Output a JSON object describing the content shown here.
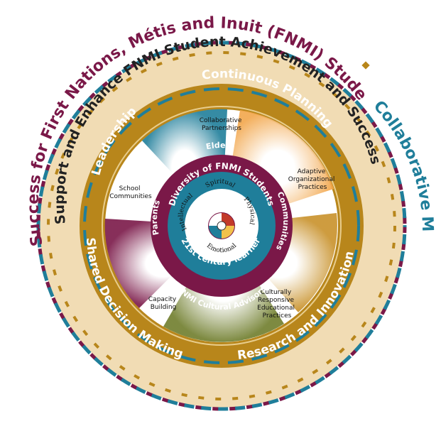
{
  "outer_ring": {
    "title_part1": "Success for First Nations, Métis and Inuit (FNMI) Students",
    "title_part2": "Collaborative Model"
  },
  "second_ring": {
    "title": "Support and Enhance FNMI Student Achievement and Success"
  },
  "gold_ring": {
    "leadership": "Leadership",
    "continuous_planning": "Continuous Planning",
    "research_innovation": "Research and Innovation",
    "shared_decision": "Shared Decision Making"
  },
  "wedges": {
    "collaborative": [
      "Collaborative",
      "Partnerships"
    ],
    "adaptive": [
      "Adaptive",
      "Organizational",
      "Practices"
    ],
    "culturally": [
      "Culturally",
      "Responsive",
      "Educational",
      "Practices"
    ],
    "capacity": [
      "Capacity",
      "Building"
    ],
    "school": [
      "School",
      "Communities"
    ]
  },
  "maroon_ring": {
    "elders": "Elders",
    "communities": "Communities",
    "advisors": "FNMI Cultural Advisors",
    "parents": "Parents"
  },
  "teal_ring": {
    "diversity": "Diversity of FNMI Students",
    "learner": "21st century learner"
  },
  "center": {
    "spiritual": "Spiritual",
    "physical": "Physical",
    "emotional": "Emotional",
    "intellectual": "Intellectual"
  },
  "colors": {
    "maroon": "#7a1848",
    "teal": "#1f7e9a",
    "gold": "#b8861b",
    "tan": "#f1dcb4",
    "tan_dark": "#d9c08c"
  }
}
